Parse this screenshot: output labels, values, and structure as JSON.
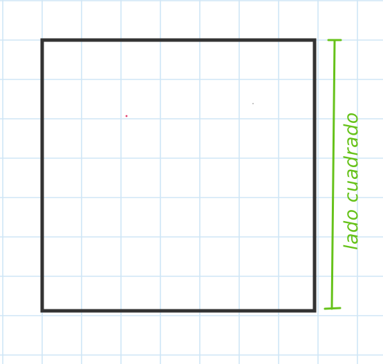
{
  "diagram": {
    "side_label": "lado cuadrado",
    "colors": {
      "grid": "#cfe6f6",
      "square": "#333333",
      "measure": "#66c21a",
      "dot_red": "#e23b6b",
      "dot_gray": "#9a9a9a"
    },
    "icons": {
      "square": "square-shape",
      "measure": "dimension-line"
    }
  }
}
